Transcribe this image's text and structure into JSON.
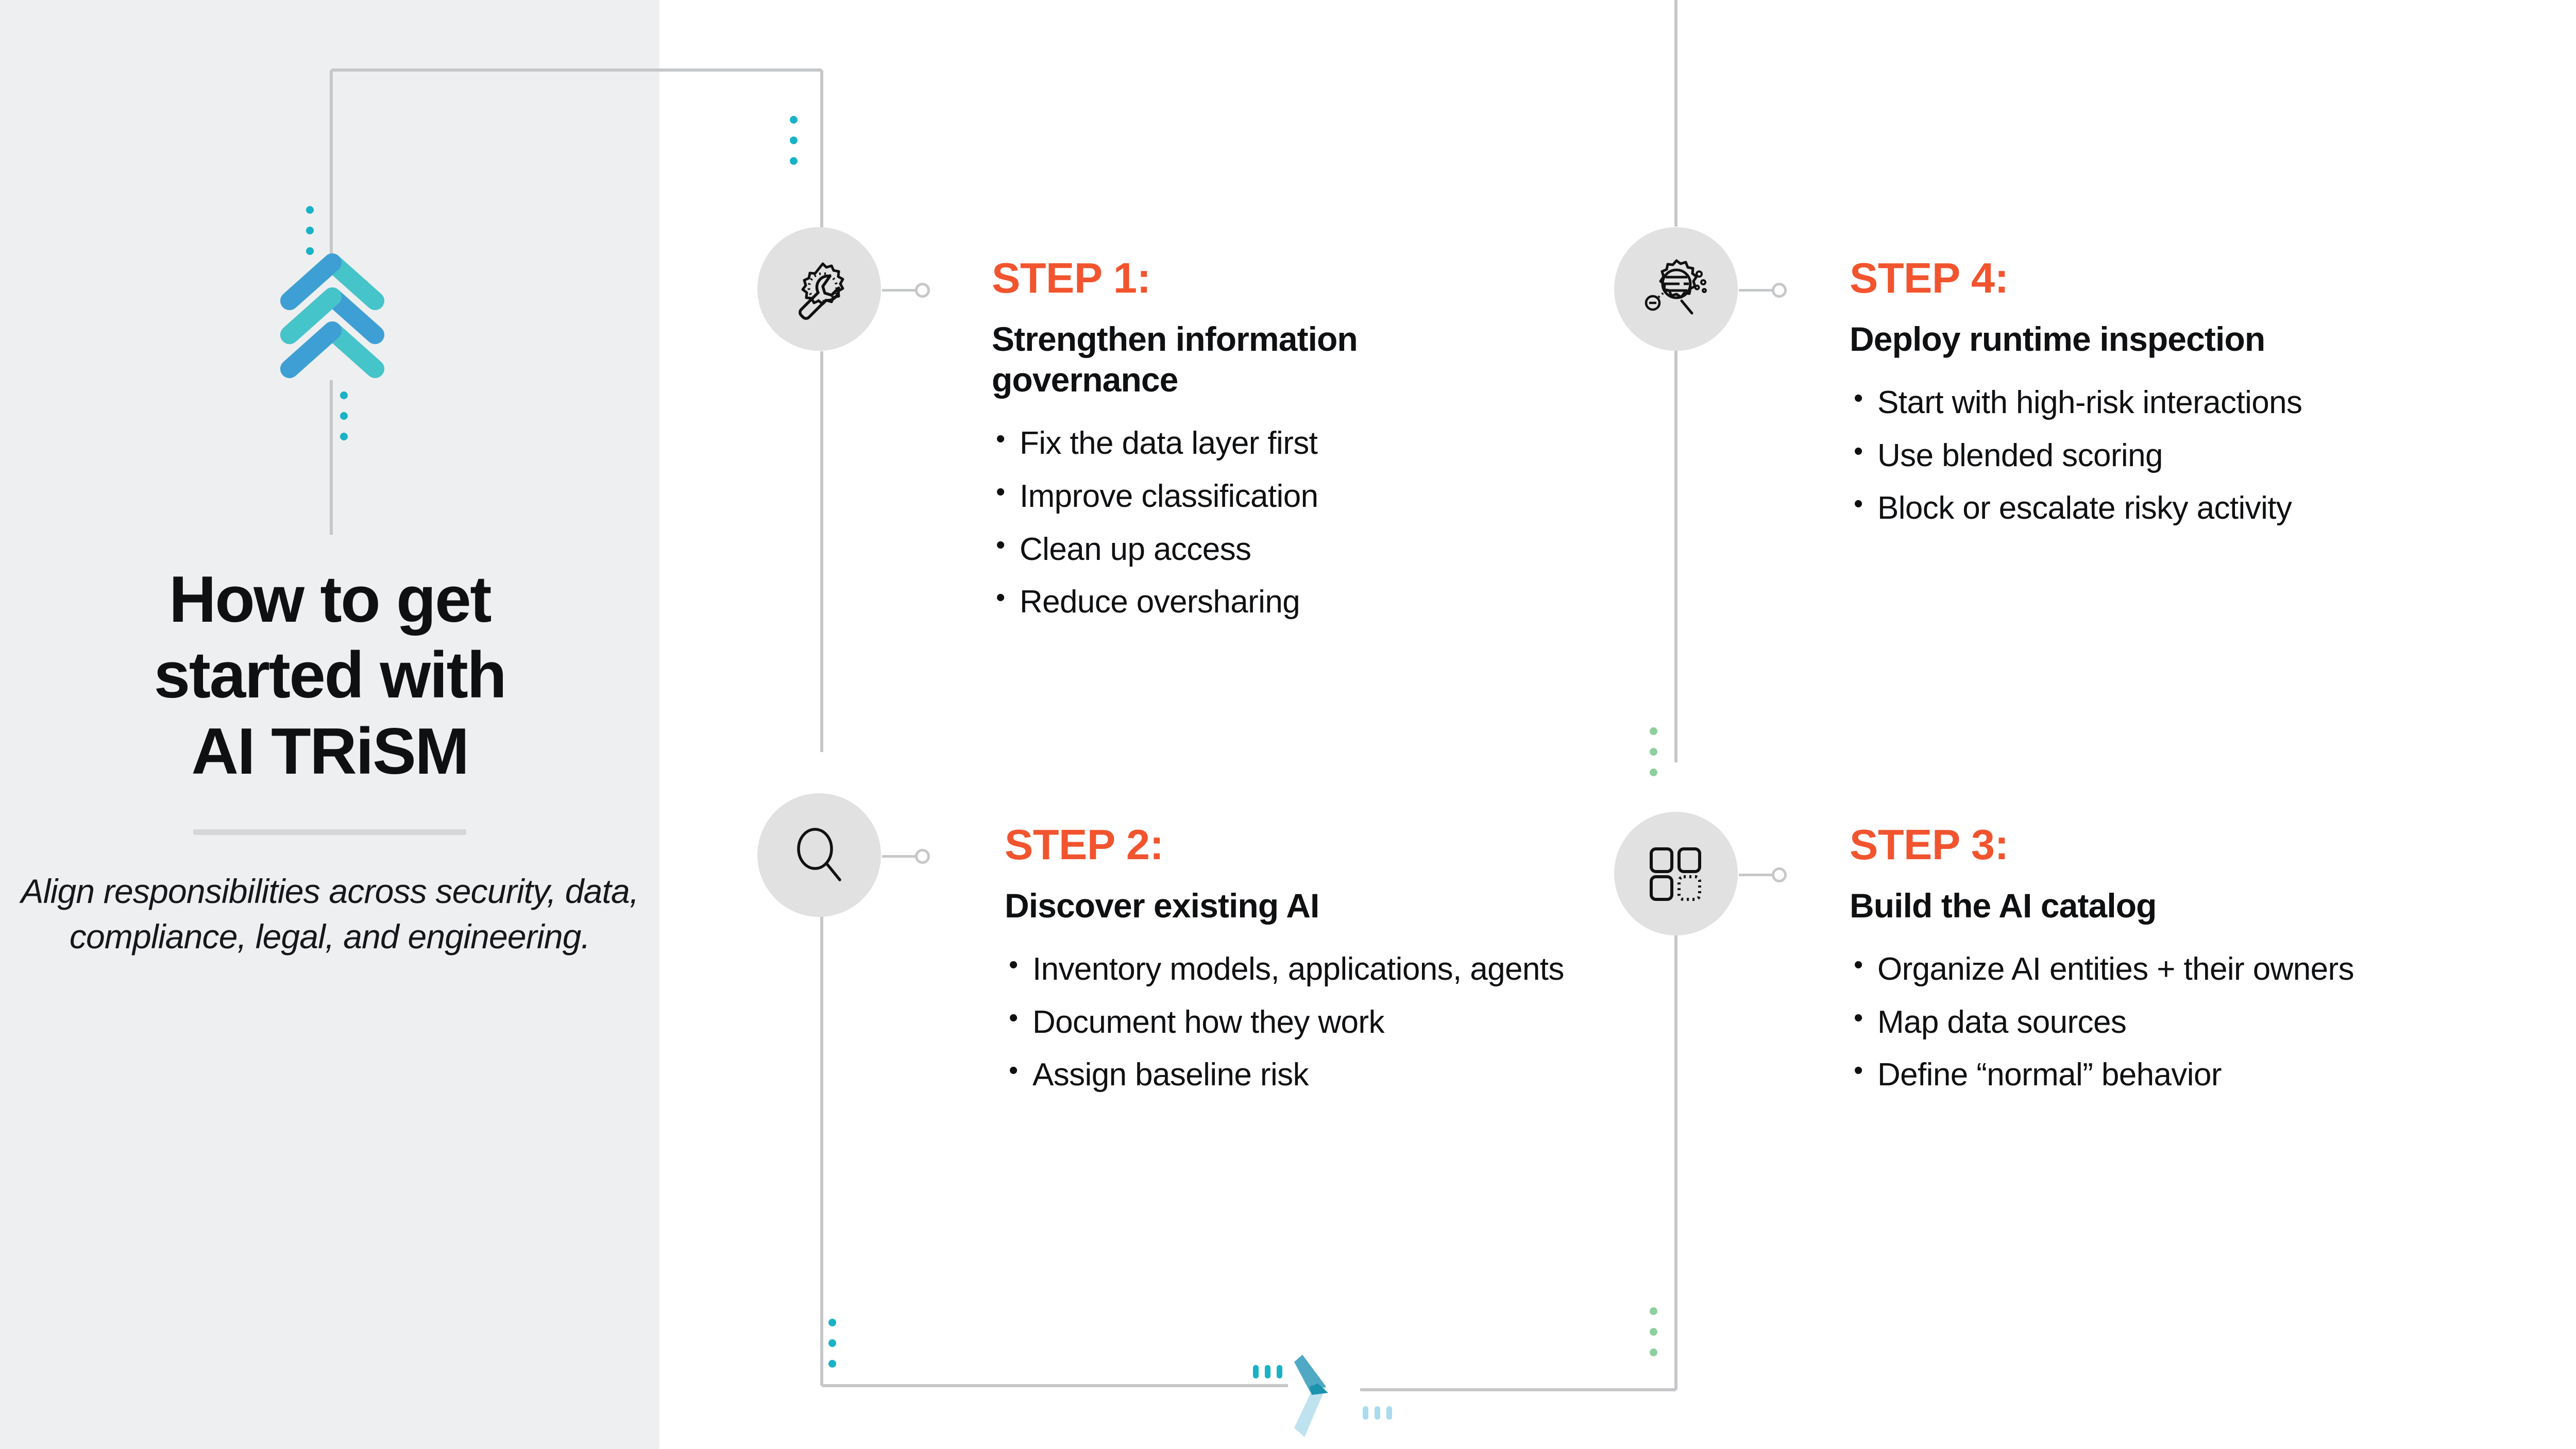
{
  "colors": {
    "accent_orange": "#f1542e",
    "panel_grey": "#eeeff0",
    "icon_circle_grey": "#e1e1e1",
    "line_grey": "#c6c7c9",
    "text_black": "#0f1012",
    "brand_teal": "#45c4c9",
    "brand_blue": "#3e9fd4",
    "dot_teal": "#19b2c6",
    "dot_green": "#8dcf9e",
    "dot_light_blue": "#a9dbec"
  },
  "hero": {
    "logo_name": "triple-chevron-logo",
    "title_line_1": "How to get",
    "title_line_2": "started with",
    "title_line_3": "AI TRiSM",
    "subtitle": "Align responsibilities across security, data, compliance, legal, and engineering."
  },
  "steps": [
    {
      "label": "STEP 1:",
      "heading_line_1": "Strengthen information",
      "heading_line_2": "governance",
      "icon": "wrench-gear-icon",
      "bullets": [
        "Fix the data layer first",
        "Improve classification",
        "Clean up access",
        "Reduce oversharing"
      ]
    },
    {
      "label": "STEP 2:",
      "heading_line_1": "Discover existing AI",
      "heading_line_2": "",
      "icon": "magnifying-glass-icon",
      "bullets": [
        "Inventory models, applications, agents",
        "Document how they work",
        "Assign baseline risk"
      ]
    },
    {
      "label": "STEP 3:",
      "heading_line_1": "Build the AI catalog",
      "heading_line_2": "",
      "icon": "grid-tiles-icon",
      "bullets": [
        "Organize AI entities + their owners",
        "Map data sources",
        "Define “normal” behavior"
      ]
    },
    {
      "label": "STEP 4:",
      "heading_line_1": "Deploy runtime inspection",
      "heading_line_2": "",
      "icon": "gear-scan-icon",
      "bullets": [
        "Start with high-risk interactions",
        "Use blended scoring",
        "Block or escalate risky activity"
      ]
    }
  ]
}
